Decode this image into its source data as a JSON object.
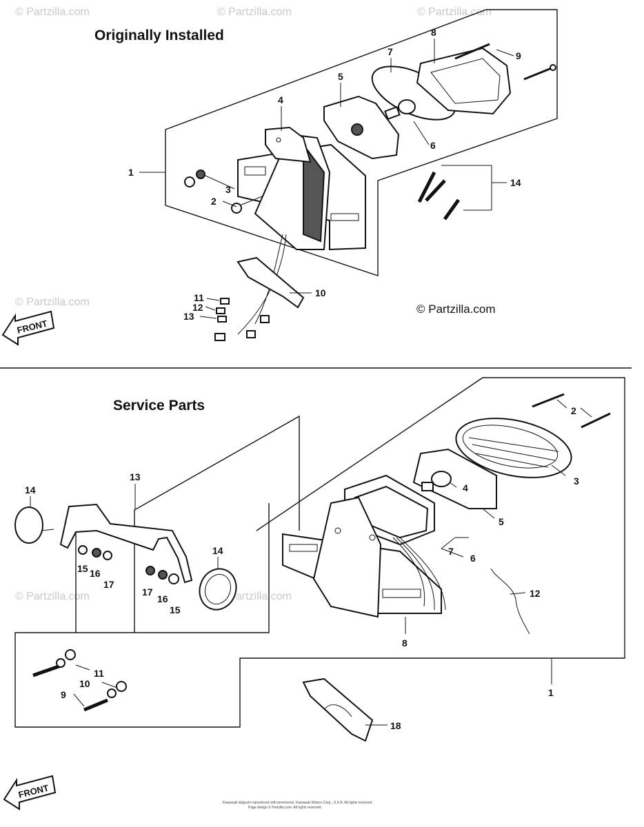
{
  "sections": {
    "top_title": "Originally Installed",
    "bottom_title": "Service Parts"
  },
  "front_label": "FRONT",
  "copyright": "© Partzilla.com",
  "watermark": "© Partzilla.com",
  "footer_line1": "Kawasaki diagram reproduced with permission. Kawasaki Motors Corp., U.S.A. All rights reserved.",
  "footer_line2": "Page design © Partzilla.com. All rights reserved.",
  "top_callouts": [
    "1",
    "2",
    "3",
    "4",
    "5",
    "6",
    "7",
    "8",
    "9",
    "10",
    "11",
    "12",
    "13",
    "14"
  ],
  "bottom_callouts": [
    "1",
    "2",
    "3",
    "4",
    "5",
    "6",
    "7",
    "8",
    "9",
    "10",
    "11",
    "12",
    "13",
    "14",
    "14",
    "15",
    "15",
    "16",
    "16",
    "17",
    "17",
    "18"
  ]
}
